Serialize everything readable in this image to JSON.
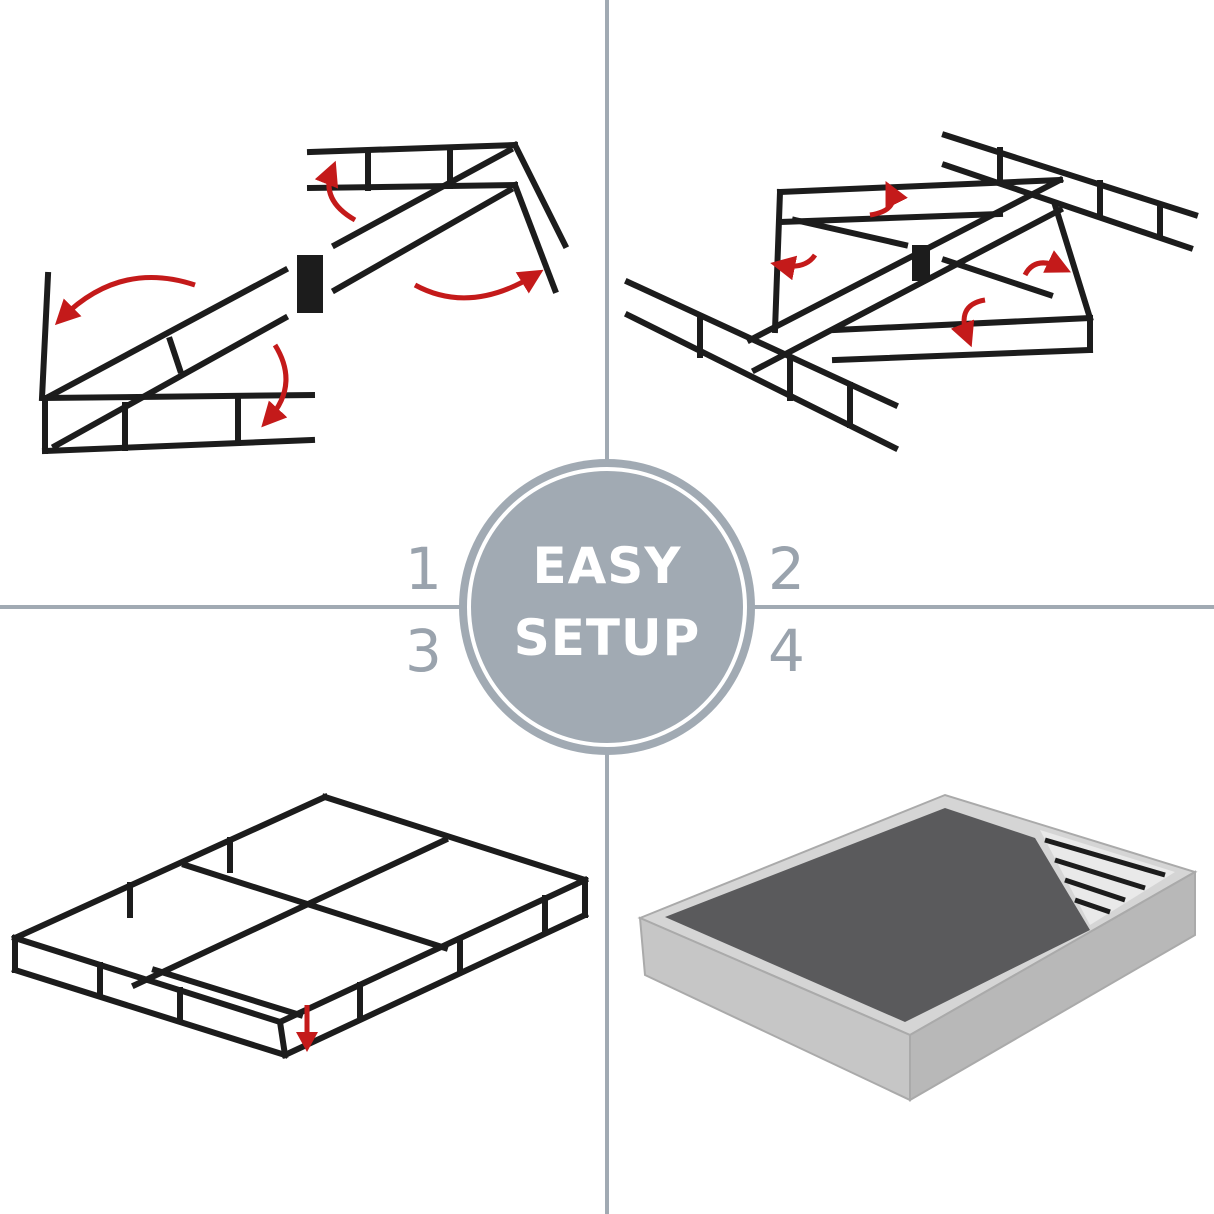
{
  "badge": {
    "line1": "EASY",
    "line2": "SETUP"
  },
  "steps": [
    "1",
    "2",
    "3",
    "4"
  ],
  "colors": {
    "divider": "#a1aab3",
    "badge": "#a1aab3",
    "frame": "#1c1c1c",
    "arrow": "#c41a1a",
    "mattress_top": "#5a5a5c",
    "mattress_side": "#c9c9c9"
  },
  "panels": [
    {
      "name": "step-1-unfold-frame",
      "icon": "bed-frame-unfolding-illustration"
    },
    {
      "name": "step-2-open-sides",
      "icon": "bed-frame-opening-illustration"
    },
    {
      "name": "step-3-lock-frame",
      "icon": "assembled-bed-frame-illustration"
    },
    {
      "name": "step-4-finished-foundation",
      "icon": "covered-box-spring-illustration"
    }
  ]
}
